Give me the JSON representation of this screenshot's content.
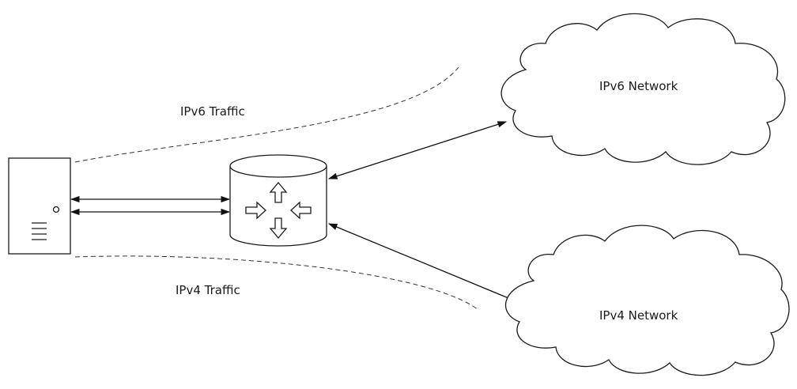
{
  "diagram": {
    "labels": {
      "ipv6_traffic": "IPv6 Traffic",
      "ipv4_traffic": "IPv4 Traffic",
      "ipv6_network": "IPv6 Network",
      "ipv4_network": "IPv4 Network"
    },
    "nodes": {
      "host": "server-icon",
      "router": "router-icon"
    }
  }
}
